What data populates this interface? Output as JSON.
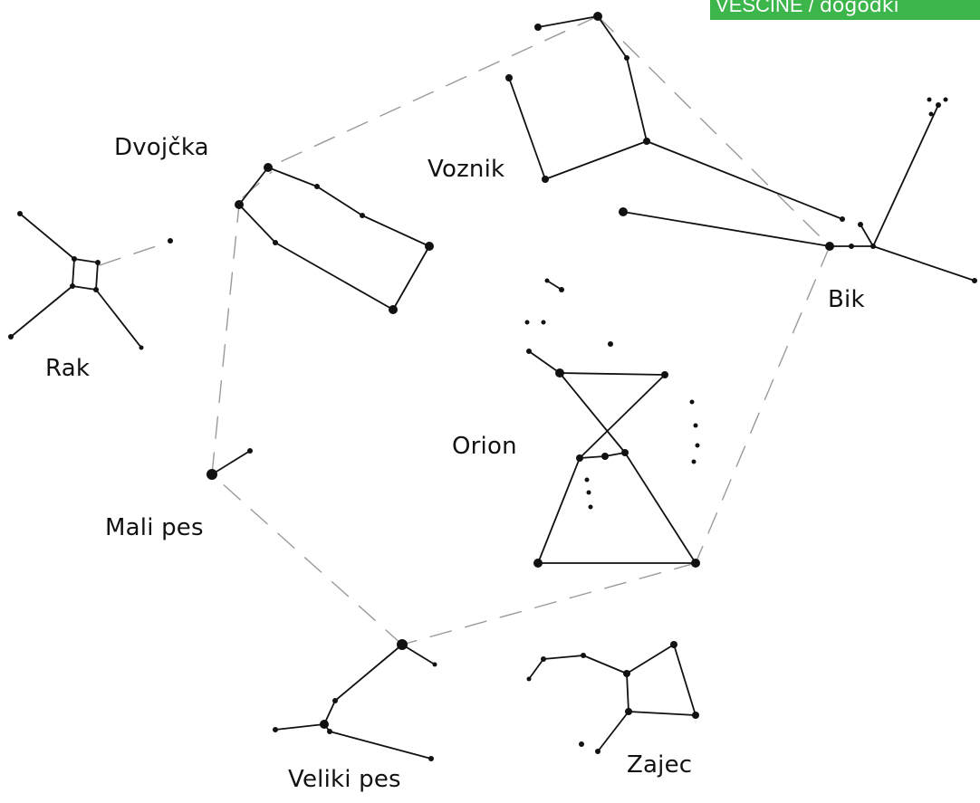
{
  "header": {
    "section_label": "VEŠČINE /",
    "category_label": "dogodki"
  },
  "constellations": [
    {
      "id": "rak",
      "name": "Rak"
    },
    {
      "id": "dvojcka",
      "name": "Dvojčka"
    },
    {
      "id": "voznik",
      "name": "Voznik"
    },
    {
      "id": "bik",
      "name": "Bik"
    },
    {
      "id": "orion",
      "name": "Orion"
    },
    {
      "id": "mali-pes",
      "name": "Mali pes"
    },
    {
      "id": "veliki-pes",
      "name": "Veliki pes"
    },
    {
      "id": "zajec",
      "name": "Zajec"
    }
  ],
  "colors": {
    "ink": "#111111",
    "guide": "#9a9a9a",
    "accent": "#3cb54a"
  }
}
